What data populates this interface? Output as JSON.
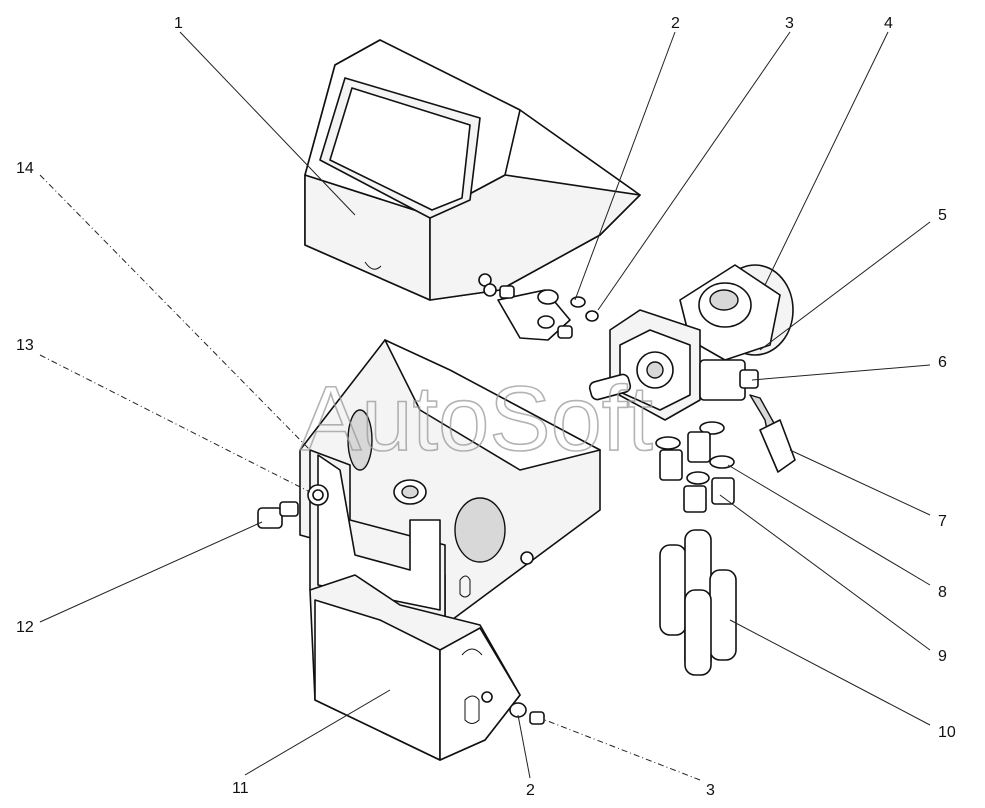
{
  "watermark": "AutoSoft",
  "callouts": [
    {
      "id": "c1",
      "label": "1"
    },
    {
      "id": "c2a",
      "label": "2"
    },
    {
      "id": "c3a",
      "label": "3"
    },
    {
      "id": "c4",
      "label": "4"
    },
    {
      "id": "c5",
      "label": "5"
    },
    {
      "id": "c6",
      "label": "6"
    },
    {
      "id": "c7",
      "label": "7"
    },
    {
      "id": "c8",
      "label": "8"
    },
    {
      "id": "c9",
      "label": "9"
    },
    {
      "id": "c10",
      "label": "10"
    },
    {
      "id": "c11",
      "label": "11"
    },
    {
      "id": "c2b",
      "label": "2"
    },
    {
      "id": "c3b",
      "label": "3"
    },
    {
      "id": "c12",
      "label": "12"
    },
    {
      "id": "c13",
      "label": "13"
    },
    {
      "id": "c14",
      "label": "14"
    }
  ]
}
